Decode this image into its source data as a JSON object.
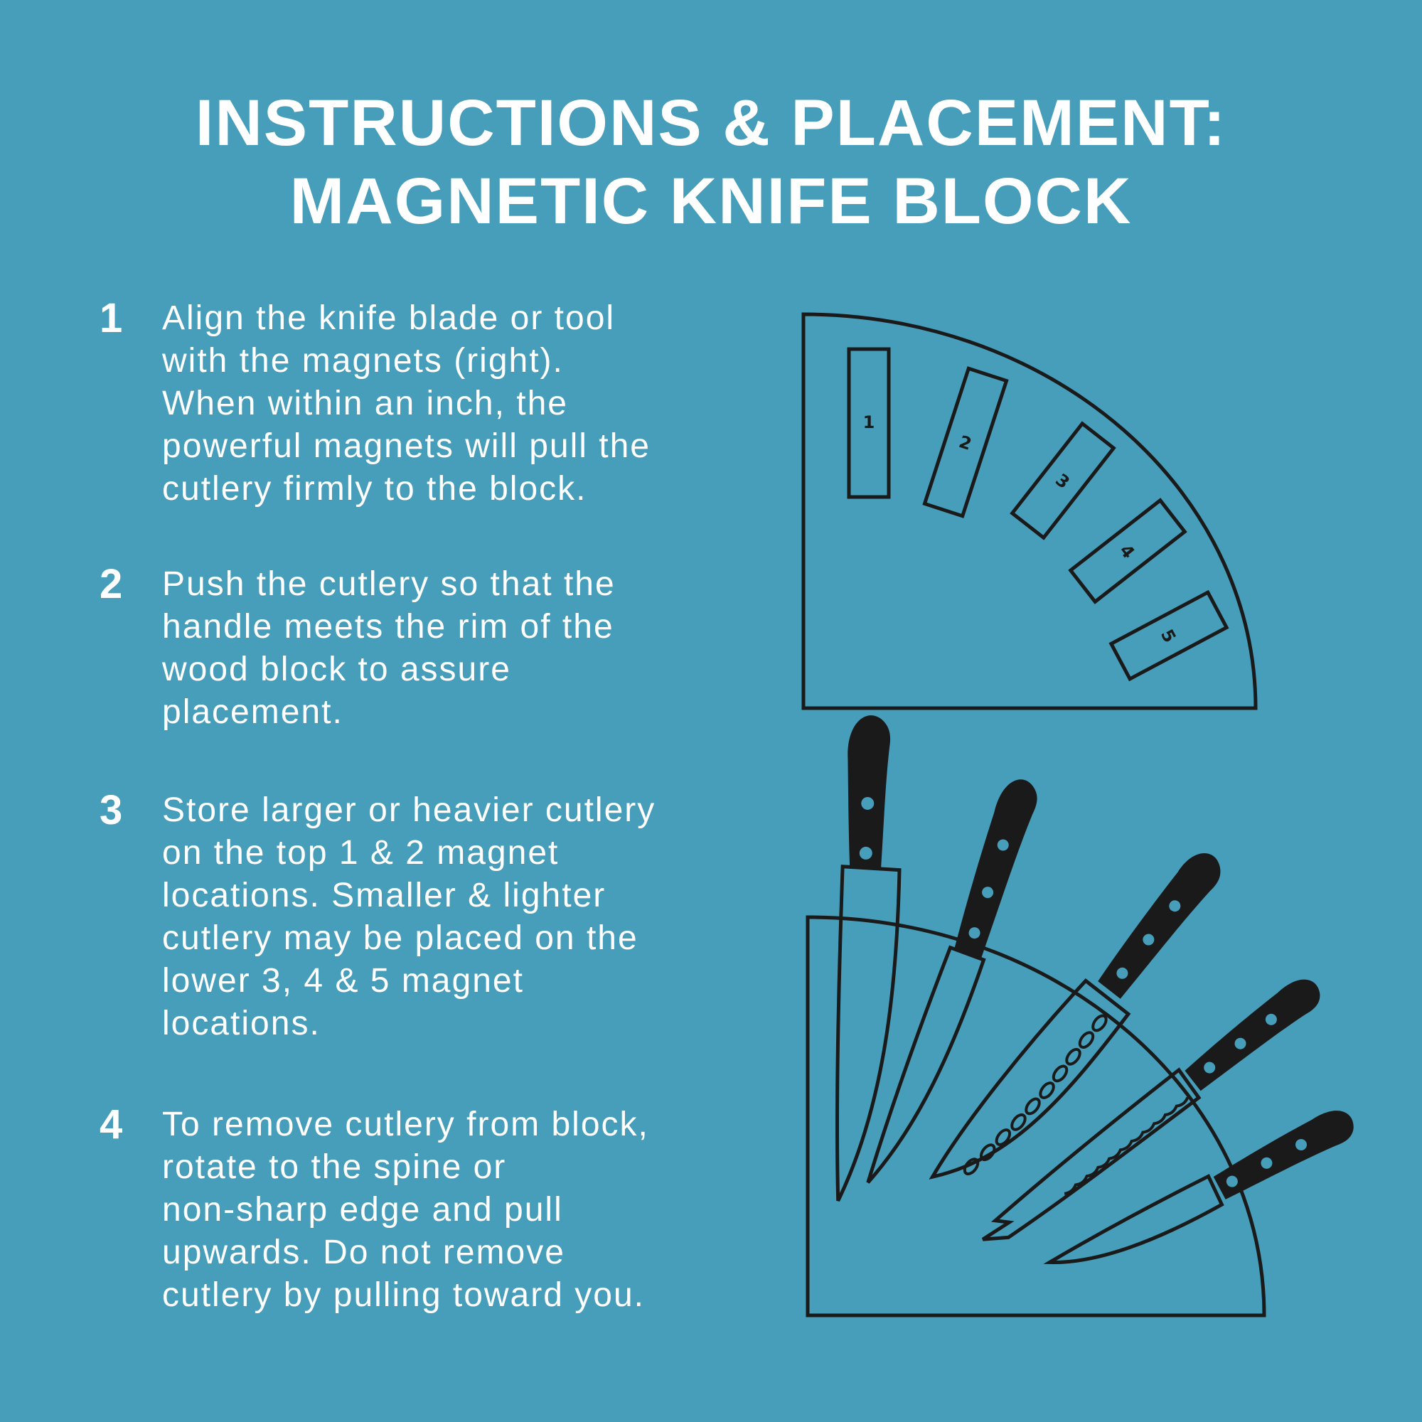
{
  "title": {
    "line1": "INSTRUCTIONS & PLACEMENT:",
    "line2": "MAGNETIC KNIFE BLOCK"
  },
  "steps": [
    {
      "number": "1",
      "lines": [
        "Align the knife blade or tool",
        "with the magnets (right).",
        "When within an inch, the",
        "powerful magnets will pull the",
        "cutlery firmly to the block."
      ]
    },
    {
      "number": "2",
      "lines": [
        "Push the cutlery so that the",
        "handle meets the rim of the",
        "wood block to assure",
        "placement."
      ]
    },
    {
      "number": "3",
      "lines": [
        "Store larger or heavier cutlery",
        "on the top 1 & 2 magnet",
        "locations. Smaller & lighter",
        "cutlery may be placed on the",
        "lower 3, 4 & 5 magnet",
        "locations."
      ]
    },
    {
      "number": "4",
      "lines": [
        "To remove cutlery from block,",
        "rotate to the spine or",
        "non-sharp edge and pull",
        "upwards. Do not remove",
        "cutlery by pulling toward you."
      ]
    }
  ],
  "magnet_slots": [
    "1",
    "2",
    "3",
    "4",
    "5"
  ],
  "colors": {
    "background": "#479eba",
    "text": "#ffffff",
    "line": "#1a1a1a"
  }
}
